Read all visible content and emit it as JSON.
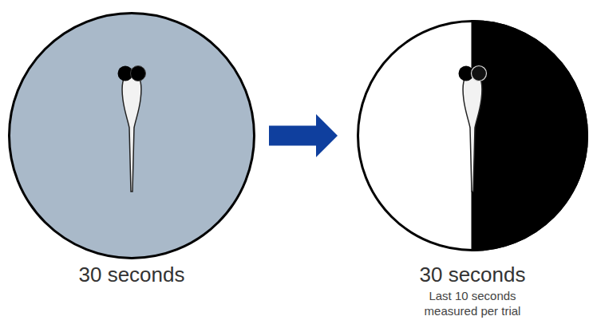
{
  "diagram": {
    "nodes": [
      {
        "text": [
          "30 seconds"
        ]
      },
      {
        "text": [
          "30 seconds",
          "Last 10 seconds measured per trial"
        ]
      }
    ],
    "edges": [
      {
        "from": 0,
        "to": 1,
        "arrow": "to"
      }
    ]
  }
}
